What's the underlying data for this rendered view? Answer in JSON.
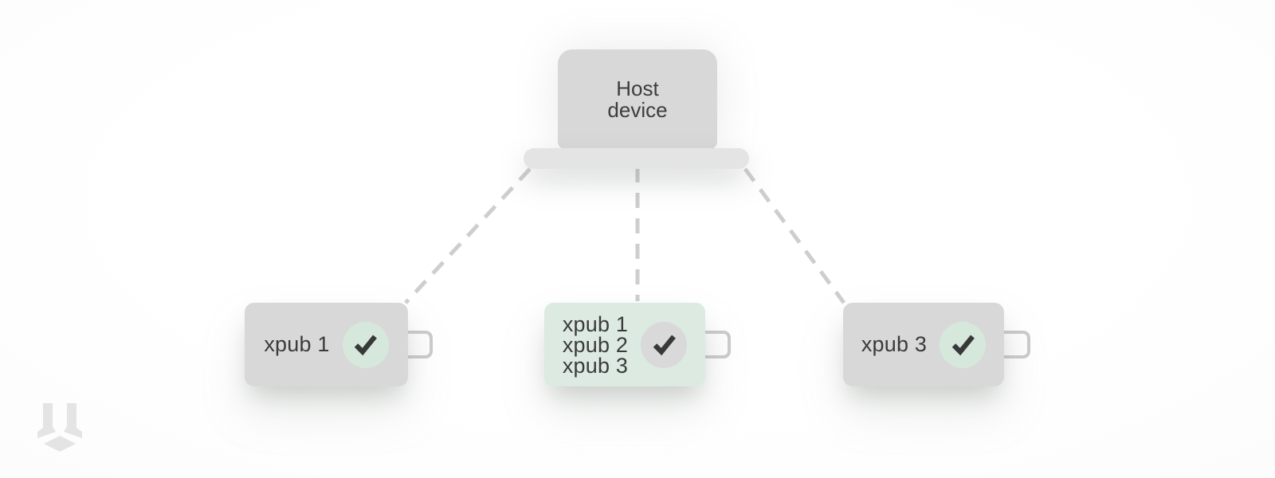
{
  "host": {
    "line1": "Host",
    "line2": "device"
  },
  "devices": [
    {
      "labels": [
        "xpub 1"
      ],
      "highlighted": false,
      "check": true
    },
    {
      "labels": [
        "xpub 1",
        "xpub 2",
        "xpub 3"
      ],
      "highlighted": true,
      "check": true
    },
    {
      "labels": [
        "xpub 3"
      ],
      "highlighted": false,
      "check": true
    }
  ],
  "icons": {
    "check": "check-icon",
    "logo": "cube-brand-logo"
  },
  "colors": {
    "background": "#ffffff",
    "laptop_screen": "#d8d8d8",
    "laptop_base": "#e4e4e4",
    "device_gray": "#d8d8d8",
    "device_green": "#dceae1",
    "circle_green": "#d6e8dc",
    "circle_gray": "#d9d9d9",
    "dashed_line": "#cecece",
    "check": "#383838",
    "text": "#3b3b3b",
    "logo": "#e4e4e4"
  }
}
